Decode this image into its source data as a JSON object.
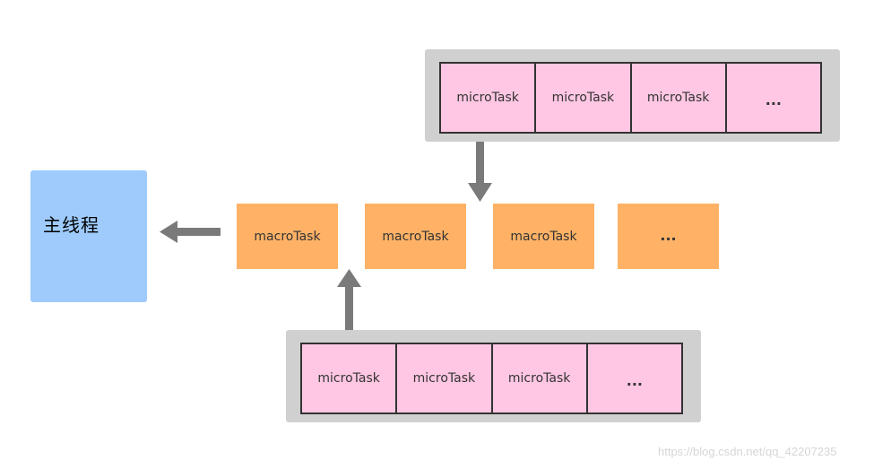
{
  "main_thread": {
    "label": "主线程"
  },
  "macro_tasks": [
    "macroTask",
    "macroTask",
    "macroTask",
    "..."
  ],
  "top_micro_queue": [
    "microTask",
    "microTask",
    "microTask",
    "..."
  ],
  "bottom_micro_queue": [
    "microTask",
    "microTask",
    "microTask",
    "..."
  ],
  "watermark": "https://blog.csdn.net/qq_42207235",
  "colors": {
    "main_thread": "#9ecbfc",
    "macro_task": "#ffb266",
    "micro_task": "#ffc7e3",
    "queue_container": "#d0d0d0",
    "arrow": "#7a7a7a",
    "border": "#333333"
  }
}
